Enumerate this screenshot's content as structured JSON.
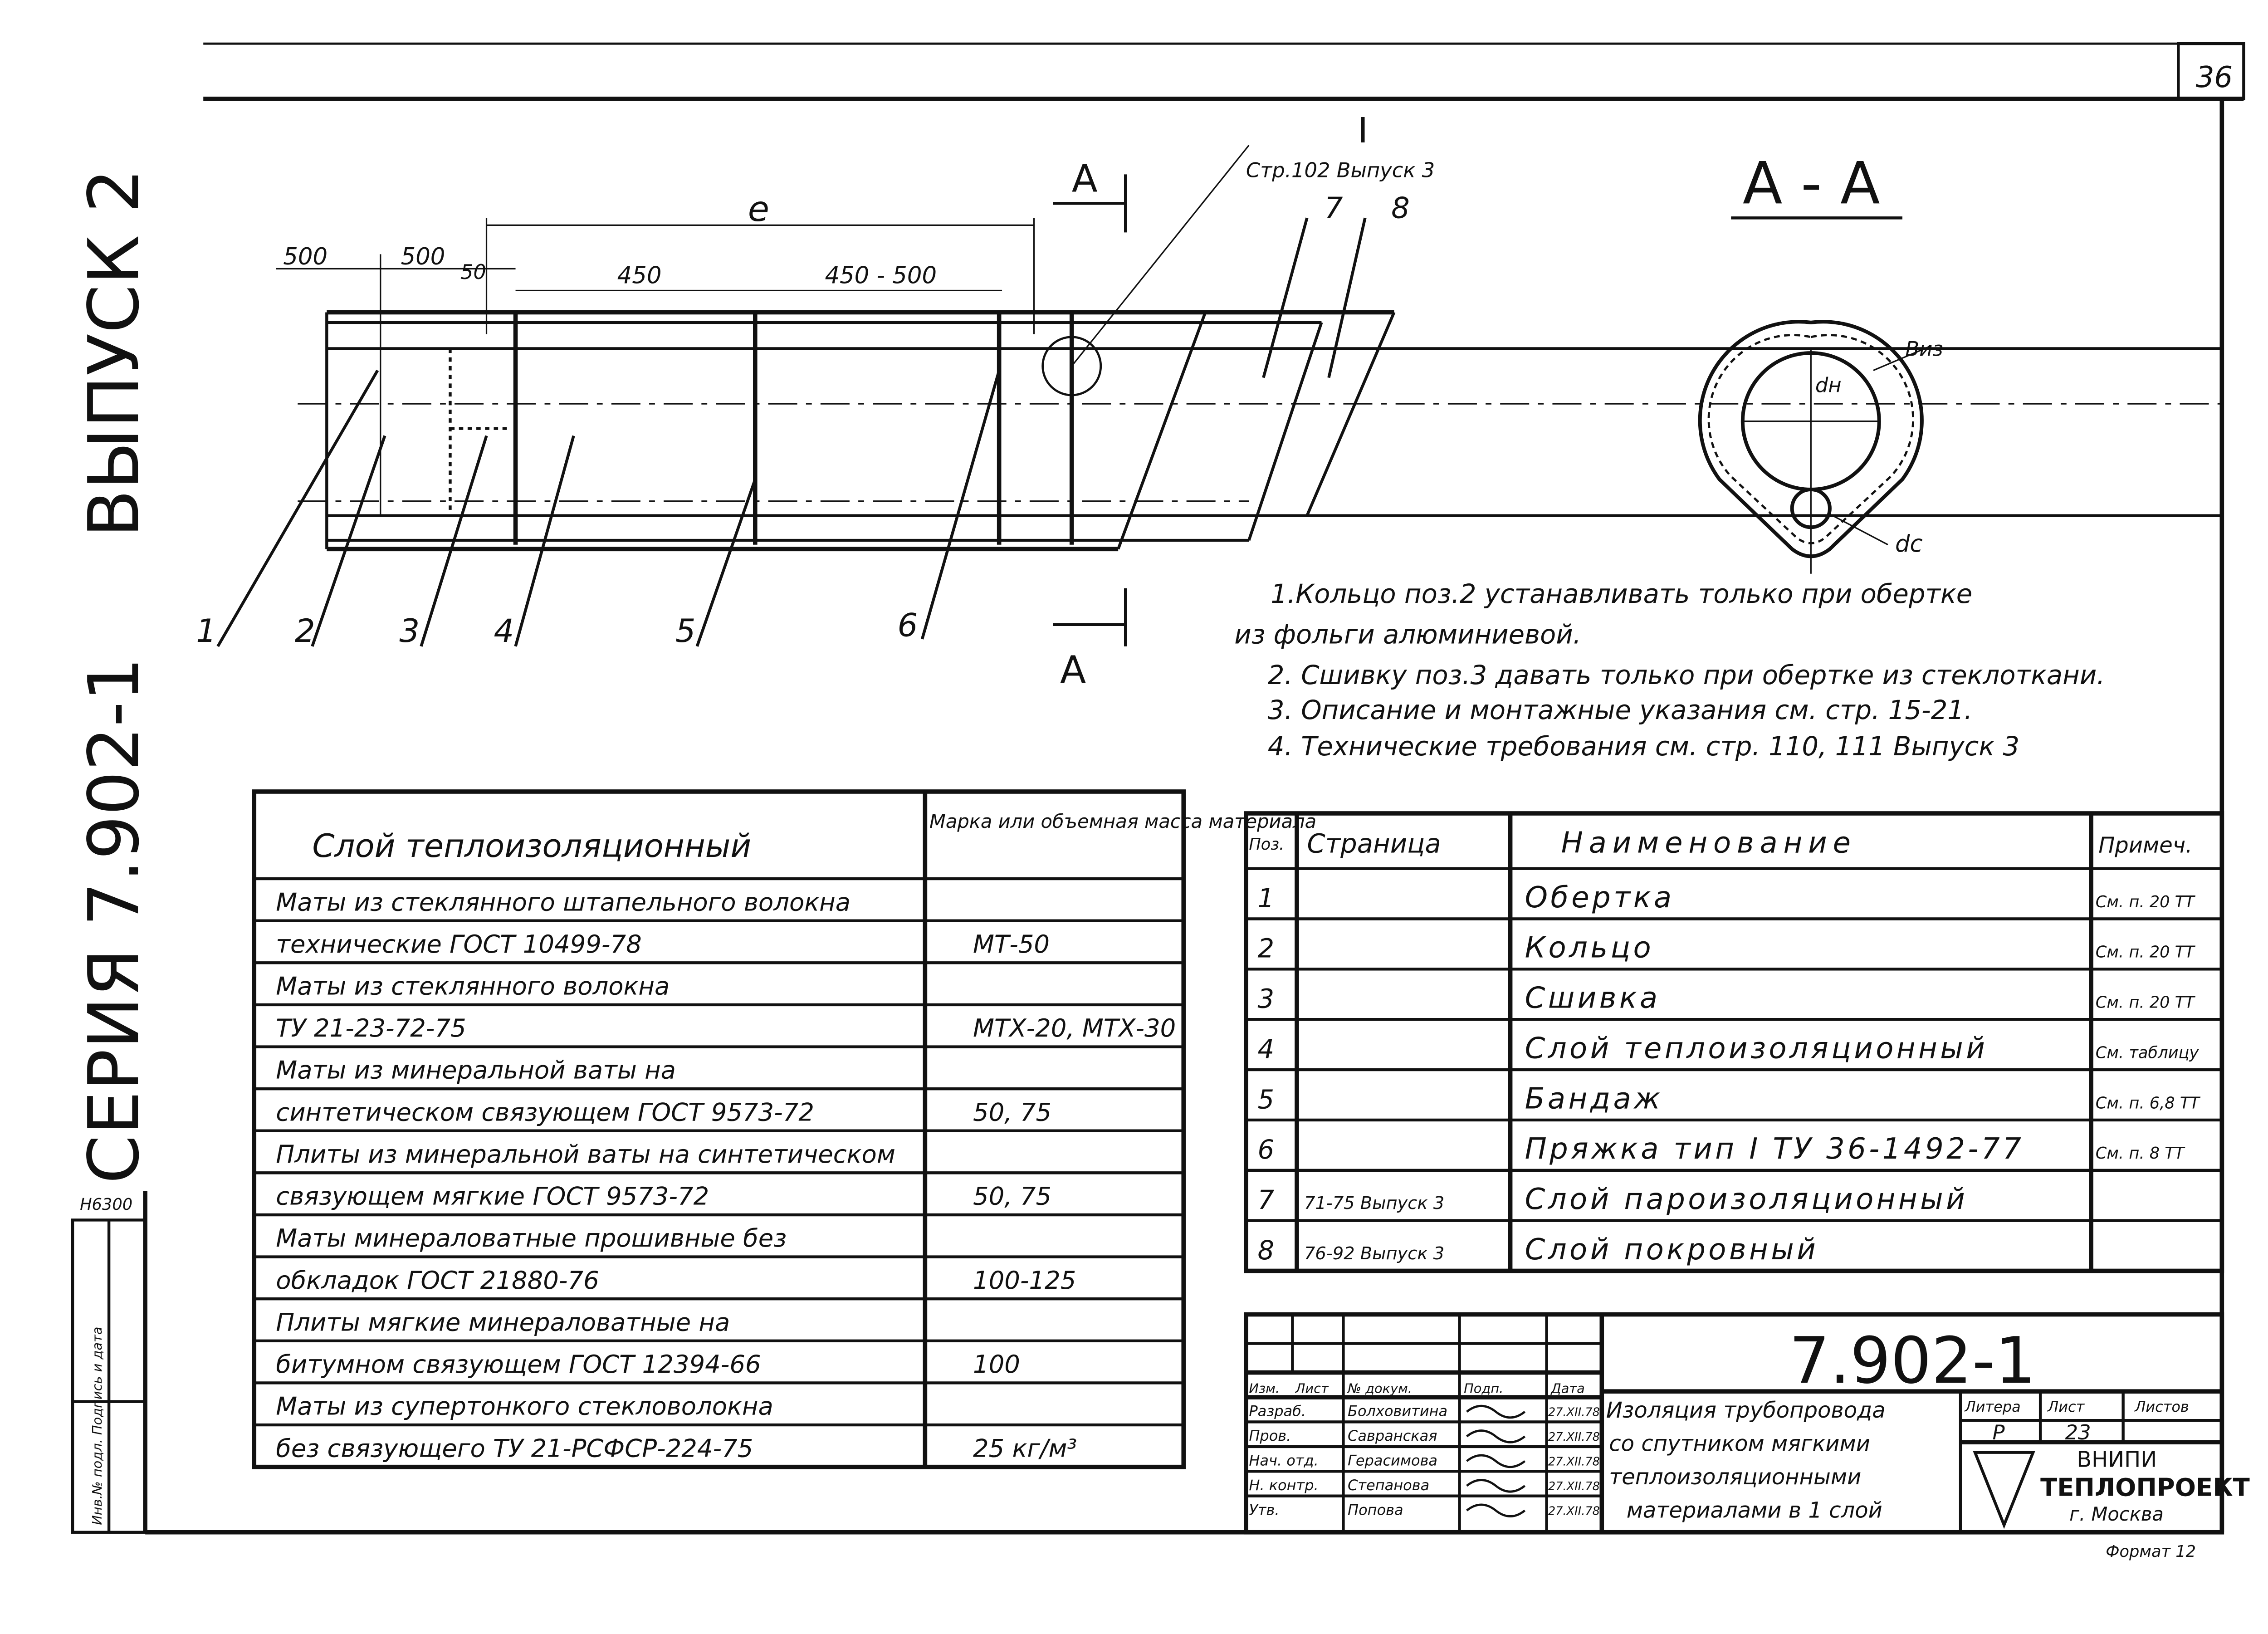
{
  "sheet_number": "36",
  "side": {
    "series": "СЕРИЯ 7.902-1",
    "issue": "ВЫПУСК 2",
    "code": "Н6300",
    "stamp": "Инв.№ подл. Подпись и дата"
  },
  "drawing": {
    "dimensions": {
      "e": "e",
      "d1": "500",
      "d2": "500",
      "d3": "50",
      "d4": "450",
      "d5": "450 - 500"
    },
    "section_mark": "А",
    "detail": {
      "label": "I",
      "ref": "Стр.102 Выпуск 3"
    },
    "callouts": [
      "1",
      "2",
      "3",
      "4",
      "5",
      "6",
      "7",
      "8"
    ],
    "section_title": "А - А",
    "section_labels": {
      "viz": "Виз",
      "dn": "dн",
      "dc": "dс"
    }
  },
  "notes": [
    "1.Кольцо поз.2  устанавливать  только  при обертке",
    "из фольги  алюминиевой.",
    "2. Сшивку поз.3 давать только при обертке из стеклоткани.",
    "3. Описание и монтажные указания  см. стр. 15-21.",
    "4. Технические требования  см. стр. 110, 111  Выпуск 3"
  ],
  "layers_table": {
    "headers": [
      "Слой теплоизоляционный",
      "Марка или объемная масса материала"
    ],
    "rows": [
      [
        "Маты из стеклянного штапельного волокна",
        ""
      ],
      [
        "технические ГОСТ 10499-78",
        "МТ-50"
      ],
      [
        "Маты из стеклянного волокна",
        ""
      ],
      [
        "ТУ 21-23-72-75",
        "МТХ-20, МТХ-30"
      ],
      [
        "Маты из минеральной ваты на",
        ""
      ],
      [
        "синтетическом связующем ГОСТ 9573-72",
        "50, 75"
      ],
      [
        "Плиты из минеральной ваты на синтетическом",
        ""
      ],
      [
        "связующем мягкие ГОСТ 9573-72",
        "50, 75"
      ],
      [
        "Маты минераловатные прошивные без",
        ""
      ],
      [
        "обкладок ГОСТ 21880-76",
        "100-125"
      ],
      [
        "Плиты мягкие минераловатные на",
        ""
      ],
      [
        "битумном связующем ГОСТ 12394-66",
        "100"
      ],
      [
        "Маты из супертонкого стекловолокна",
        ""
      ],
      [
        "без связующего ТУ 21-РСФСР-224-75",
        "25 кг/м³"
      ]
    ]
  },
  "spec_table": {
    "headers": [
      "Поз.",
      "Страница",
      "Наименование",
      "Примеч."
    ],
    "rows": [
      [
        "1",
        "",
        "Обертка",
        "См. п. 20 ТТ"
      ],
      [
        "2",
        "",
        "Кольцо",
        "См. п. 20 ТТ"
      ],
      [
        "3",
        "",
        "Сшивка",
        "См. п. 20 ТТ"
      ],
      [
        "4",
        "",
        "Слой теплоизоляционный",
        "См. таблицу"
      ],
      [
        "5",
        "",
        "Бандаж",
        "См. п. 6,8 ТТ"
      ],
      [
        "6",
        "",
        "Пряжка тип I ТУ 36-1492-77",
        "См. п. 8 ТТ"
      ],
      [
        "7",
        "71-75 Выпуск 3",
        "Слой пароизоляционный",
        ""
      ],
      [
        "8",
        "76-92 Выпуск 3",
        "Слой покровный",
        ""
      ]
    ]
  },
  "title_block": {
    "doc_number": "7.902-1",
    "col_headers": [
      "Изм.",
      "Лист",
      "№ докум.",
      "Подп.",
      "Дата"
    ],
    "roles": [
      {
        "role": "Разраб.",
        "name": "Болховитина",
        "date": "27.XII.78"
      },
      {
        "role": "Пров.",
        "name": "Савранская",
        "date": "27.XII.78"
      },
      {
        "role": "Нач. отд.",
        "name": "Герасимова",
        "date": "27.XII.78"
      },
      {
        "role": "Н. контр.",
        "name": "Степанова",
        "date": "27.XII.78"
      },
      {
        "role": "Утв.",
        "name": "Попова",
        "date": "27.XII.78"
      }
    ],
    "title_lines": [
      "Изоляция трубопровода",
      "со спутником мягкими",
      "теплоизоляционными",
      "материалами в 1 слой"
    ],
    "stage_headers": [
      "Литера",
      "Лист",
      "Листов"
    ],
    "stage": "Р",
    "sheet": "23",
    "sheets": "",
    "org": [
      "ВНИПИ",
      "ТЕПЛОПРОЕКТ",
      "г. Москва"
    ],
    "format": "Формат 12"
  }
}
